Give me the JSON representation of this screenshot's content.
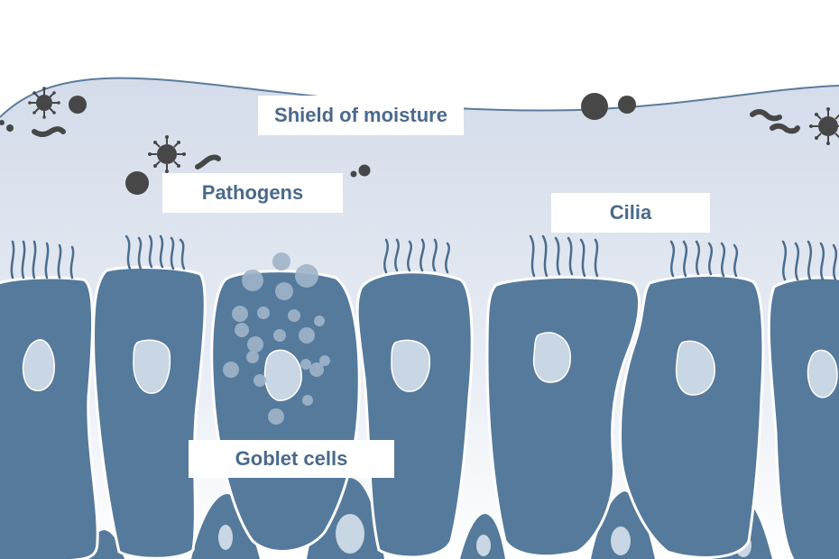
{
  "labels": {
    "moisture": "Shield of moisture",
    "pathogens": "Pathogens",
    "cilia": "Cilia",
    "goblet": "Goblet cells"
  },
  "colors": {
    "cell": "#557a9c",
    "nucleus": "#c9d6e3",
    "outline": "#ffffff",
    "mucus_top": "#d4dcea",
    "mucus_bottom": "#ffffff",
    "mucus_line": "#5a7c9d",
    "pathogen": "#474747",
    "vesicle": "#9fb4c9",
    "label_text": "#4a6a8a"
  },
  "icons": {
    "virus": "virus-icon",
    "bacterium": "bacterium-icon",
    "spore": "spore-icon"
  }
}
